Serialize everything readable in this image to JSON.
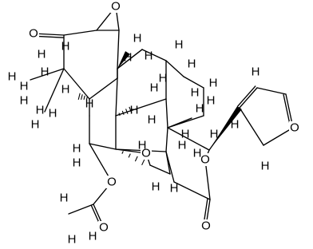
{
  "diagram": {
    "type": "chemical-structure",
    "bond_color": "#000000",
    "background": "#ffffff",
    "atom_labels": [
      {
        "id": "o-epoxide",
        "text": "O"
      },
      {
        "id": "o-ketone",
        "text": "O"
      },
      {
        "id": "o-furan",
        "text": "O"
      },
      {
        "id": "o-lactone-ring",
        "text": "O"
      },
      {
        "id": "o-lactone-carbonyl",
        "text": "O"
      },
      {
        "id": "o-bridge",
        "text": "O"
      },
      {
        "id": "o-acetate-ester",
        "text": "O"
      },
      {
        "id": "o-acetate-carbonyl",
        "text": "O"
      },
      {
        "id": "h-methyl-top-1",
        "text": "H"
      },
      {
        "id": "h-methyl-top-2",
        "text": "H"
      },
      {
        "id": "h-methyl-top-3",
        "text": "H"
      },
      {
        "id": "h-ring-1",
        "text": "H"
      },
      {
        "id": "h-ring-2",
        "text": "H"
      },
      {
        "id": "h-ring-3",
        "text": "H"
      },
      {
        "id": "h-ring-4",
        "text": "H"
      },
      {
        "id": "h-ring-5",
        "text": "H"
      },
      {
        "id": "h-ring-6",
        "text": "H"
      },
      {
        "id": "h-ring-7",
        "text": "H"
      },
      {
        "id": "h-gem-dimethyl-1",
        "text": "H"
      },
      {
        "id": "h-gem-dimethyl-2",
        "text": "H"
      },
      {
        "id": "h-gem-dimethyl-3",
        "text": "H"
      },
      {
        "id": "h-gem-dimethyl-4",
        "text": "H"
      },
      {
        "id": "h-gem-dimethyl-5",
        "text": "H"
      },
      {
        "id": "h-gem-dimethyl-6",
        "text": "H"
      },
      {
        "id": "h-ring-8",
        "text": "H"
      },
      {
        "id": "h-ring-9",
        "text": "H"
      },
      {
        "id": "h-ring-10",
        "text": "H"
      },
      {
        "id": "h-ring-11",
        "text": "H"
      },
      {
        "id": "h-ring-12",
        "text": "H"
      },
      {
        "id": "h-ring-13",
        "text": "H"
      },
      {
        "id": "h-ring-14",
        "text": "H"
      },
      {
        "id": "h-ring-15",
        "text": "H"
      },
      {
        "id": "h-ring-16",
        "text": "H"
      },
      {
        "id": "h-ring-17",
        "text": "H"
      },
      {
        "id": "h-methyl-c13-1",
        "text": "H"
      },
      {
        "id": "h-methyl-c13-2",
        "text": "H"
      },
      {
        "id": "h-ring-18",
        "text": "H"
      },
      {
        "id": "h-ring-19",
        "text": "H"
      },
      {
        "id": "h-ring-20",
        "text": "H"
      },
      {
        "id": "h-ring-21",
        "text": "H"
      },
      {
        "id": "h-ring-22",
        "text": "H"
      },
      {
        "id": "h-acetyl-1",
        "text": "H"
      },
      {
        "id": "h-acetyl-2",
        "text": "H"
      },
      {
        "id": "h-acetyl-3",
        "text": "H"
      },
      {
        "id": "h-furan-1",
        "text": "H"
      },
      {
        "id": "h-furan-2",
        "text": "H"
      },
      {
        "id": "h-furan-3",
        "text": "H"
      }
    ]
  }
}
